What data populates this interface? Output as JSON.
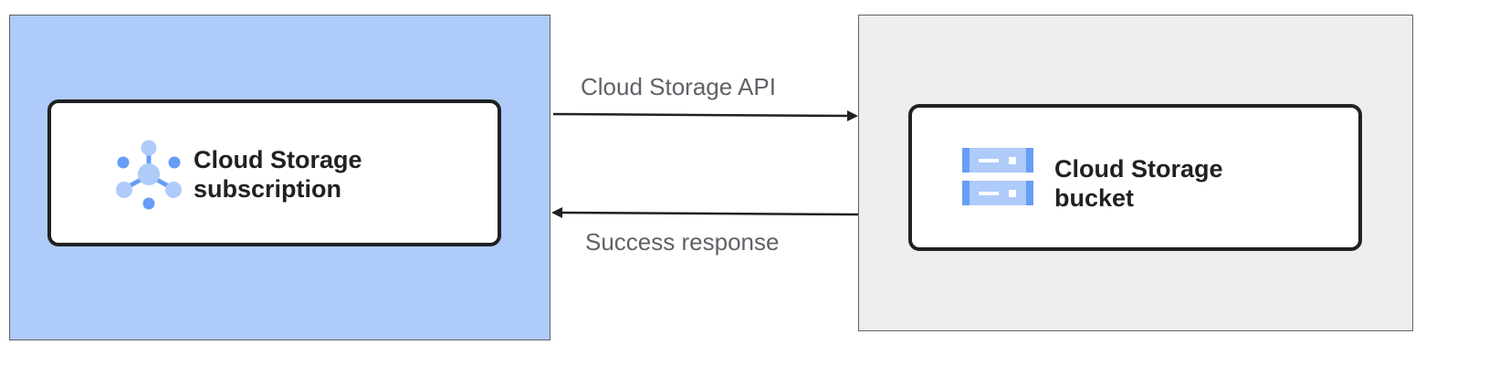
{
  "nodes": {
    "subscription": {
      "label_line1": "Cloud Storage",
      "label_line2": "subscription",
      "icon": "pubsub-hub-icon",
      "panel_color": "#aecbfa"
    },
    "bucket": {
      "label_line1": "Cloud Storage",
      "label_line2": "bucket",
      "icon": "storage-bucket-icon",
      "panel_color": "#eeeeee"
    }
  },
  "edges": [
    {
      "from": "subscription",
      "to": "bucket",
      "label": "Cloud Storage API"
    },
    {
      "from": "bucket",
      "to": "subscription",
      "label": "Success response"
    }
  ],
  "colors": {
    "icon_dark": "#669df6",
    "icon_light": "#aecbfa",
    "stroke": "#202124"
  }
}
